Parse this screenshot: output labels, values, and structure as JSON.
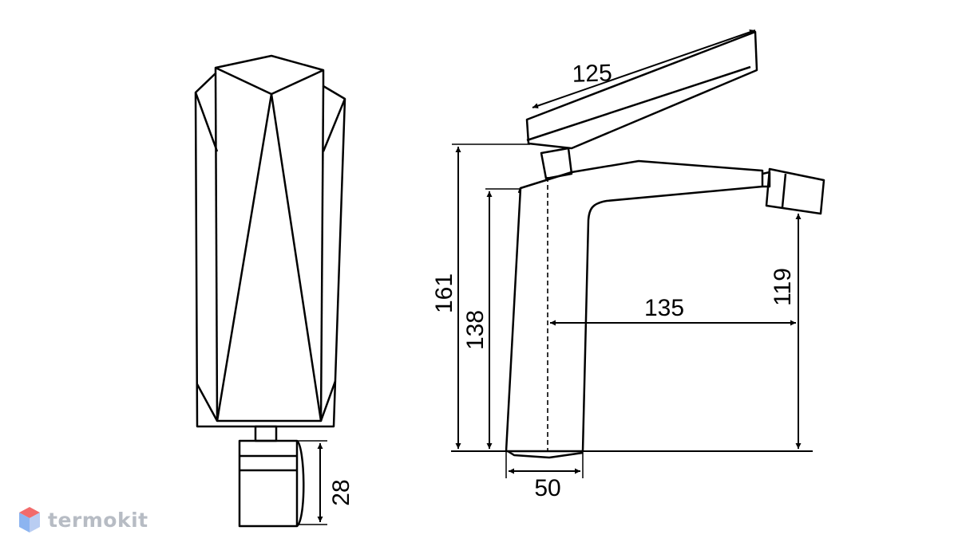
{
  "dimensions": {
    "spout_length": "125",
    "height_total": "161",
    "height_body": "138",
    "spout_reach": "135",
    "spout_height": "119",
    "base_width": "50",
    "handle_height": "28"
  },
  "watermark": {
    "brand": "termokit"
  },
  "colors": {
    "line": "#000000",
    "logo_text": "#b7bcc4",
    "logo_cube_top": "#f26b6b",
    "logo_cube_left": "#8cb4f0",
    "logo_cube_right": "#b9cdf2"
  }
}
